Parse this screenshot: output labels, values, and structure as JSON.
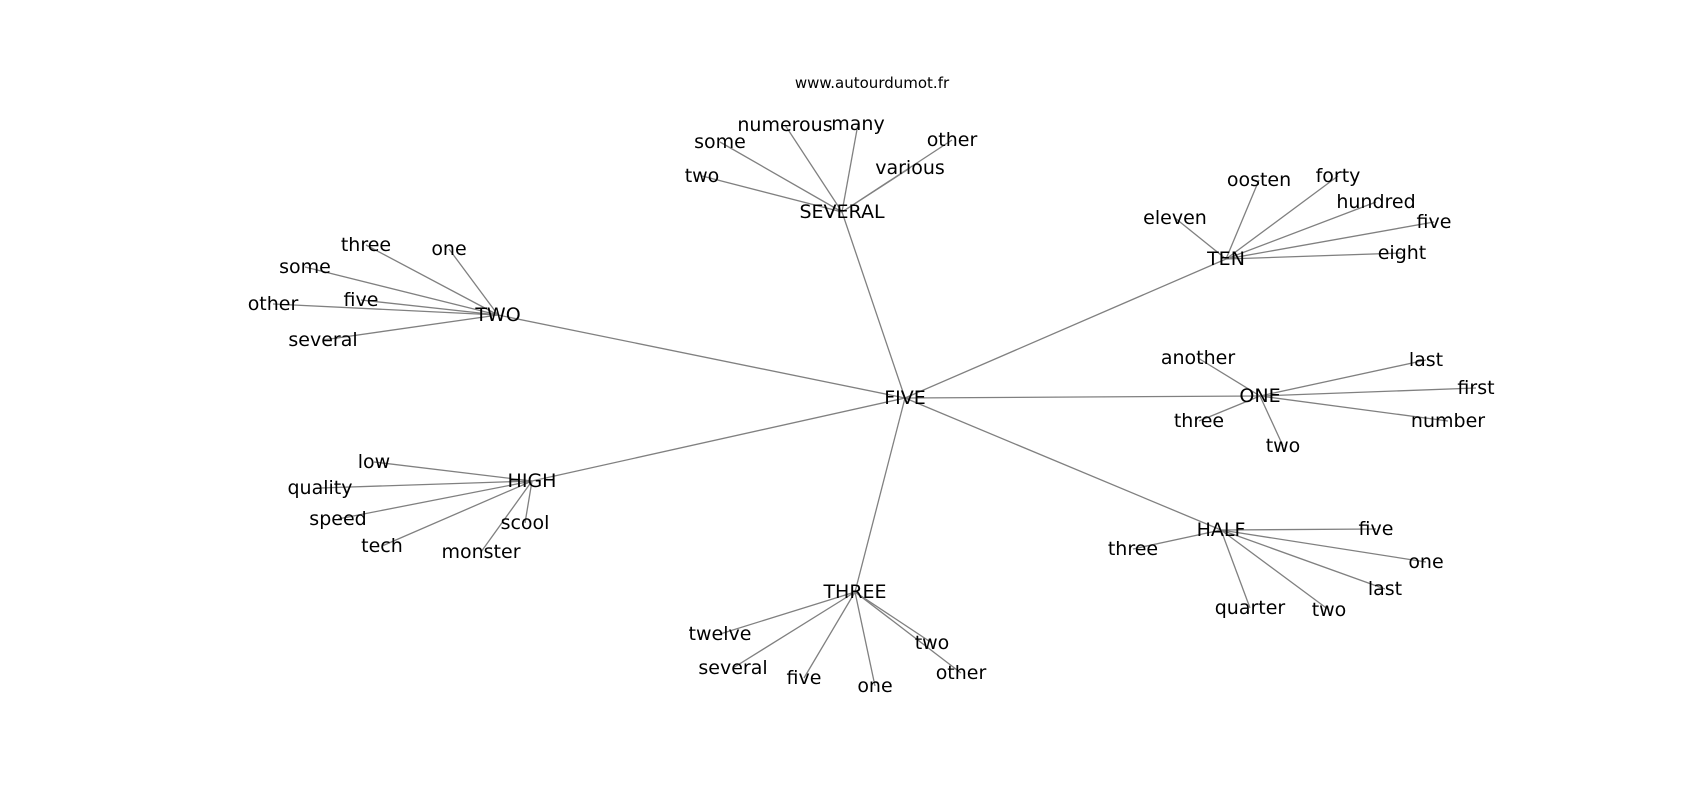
{
  "site": "www.autourdumot.fr",
  "center": "FIVE",
  "clusters": [
    {
      "label": "SEVERAL",
      "words": [
        "two",
        "some",
        "numerous",
        "many",
        "other",
        "various"
      ]
    },
    {
      "label": "TEN",
      "words": [
        "eleven",
        "oosten",
        "forty",
        "hundred",
        "five",
        "eight"
      ]
    },
    {
      "label": "TWO",
      "words": [
        "three",
        "one",
        "some",
        "five",
        "other",
        "several"
      ]
    },
    {
      "label": "ONE",
      "words": [
        "another",
        "three",
        "two",
        "last",
        "first",
        "number"
      ]
    },
    {
      "label": "HIGH",
      "words": [
        "low",
        "quality",
        "speed",
        "tech",
        "monster",
        "scool"
      ]
    },
    {
      "label": "HALF",
      "words": [
        "three",
        "quarter",
        "two",
        "last",
        "one",
        "five"
      ]
    },
    {
      "label": "THREE",
      "words": [
        "twelve",
        "several",
        "five",
        "one",
        "other",
        "two"
      ]
    }
  ]
}
